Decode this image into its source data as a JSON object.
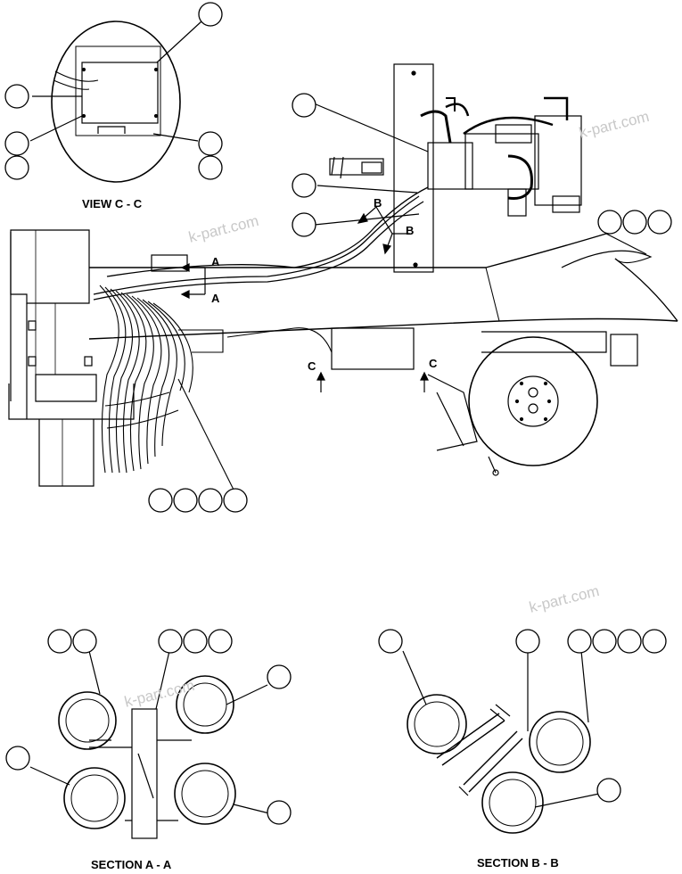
{
  "views": {
    "view_cc": "VIEW C - C",
    "section_aa": "SECTION A - A",
    "section_bb": "SECTION B - B"
  },
  "section_markers": {
    "a": "A",
    "b": "B",
    "c": "C"
  },
  "watermark": "k-part.com",
  "callout_count": 31,
  "colors": {
    "line": "#000000",
    "watermark": "#c8c8c8",
    "background": "#ffffff"
  }
}
